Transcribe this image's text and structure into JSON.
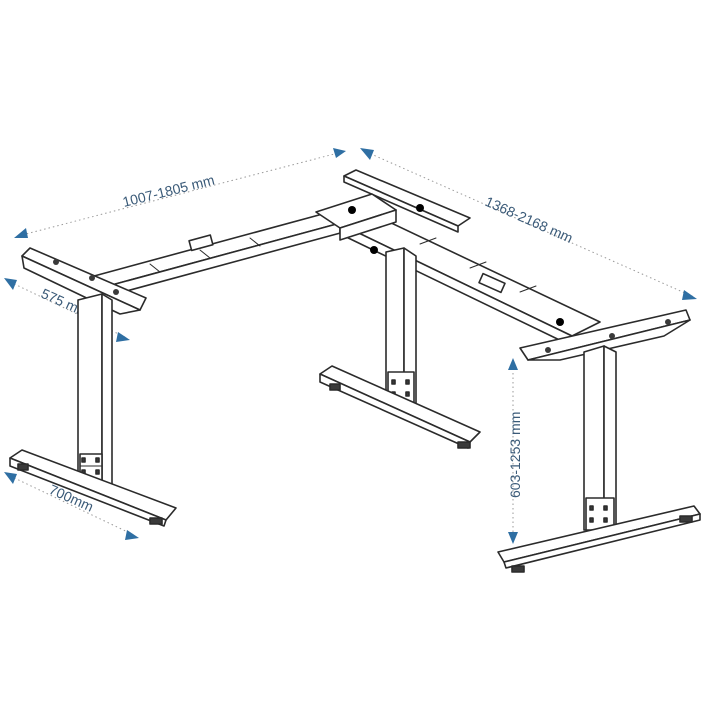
{
  "dimensions": {
    "length_left": "1007-1805 mm",
    "length_right": "1368-2168 mm",
    "depth_foot_top": "575 mm",
    "depth_foot_bottom": "700mm",
    "height": "603-1253 mm"
  },
  "colors": {
    "dimension_arrow": "#2f6fa3",
    "dimension_text": "#3a5a78",
    "frame_stroke": "#2b2b2b"
  }
}
